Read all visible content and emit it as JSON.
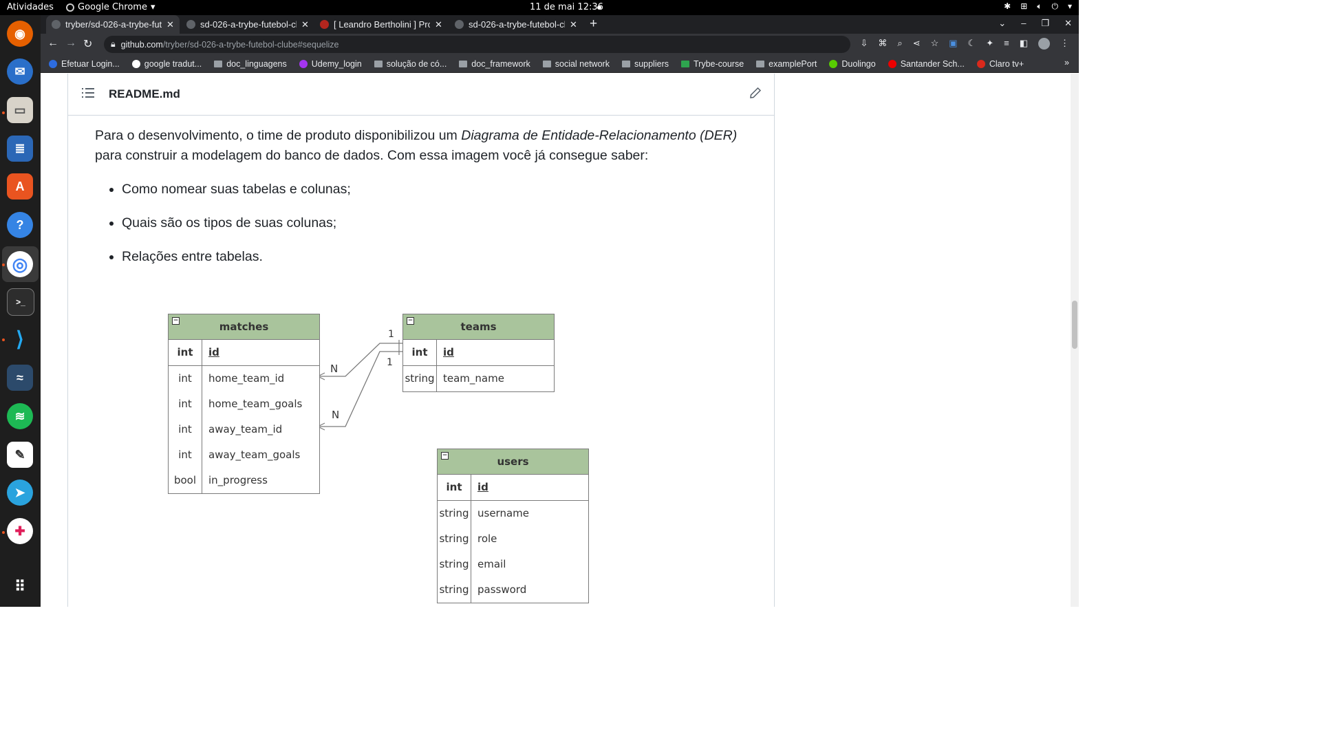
{
  "topbar": {
    "activities": "Atividades",
    "app_name": "Google Chrome",
    "datetime": "11 de mai  12:36"
  },
  "browser": {
    "tabs": [
      {
        "title": "tryber/sd-026-a-trybe-futebol-clube",
        "active": true
      },
      {
        "title": "sd-026-a-trybe-futebol-clube",
        "active": false
      },
      {
        "title": "[ Leandro Bertholini ] Projeto",
        "active": false
      },
      {
        "title": "sd-026-a-trybe-futebol-clube",
        "active": false
      }
    ],
    "url_host": "github.com",
    "url_path": "/tryber/sd-026-a-trybe-futebol-clube#sequelize"
  },
  "bookmarks": [
    "Efetuar Login...",
    "google tradut...",
    "doc_linguagens",
    "Udemy_login",
    "solução de có...",
    "doc_framework",
    "social network",
    "suppliers",
    "Trybe-course",
    "examplePort",
    "Duolingo",
    "Santander Sch...",
    "Claro tv+"
  ],
  "readme": {
    "filename": "README.md",
    "intro_before": "Para o desenvolvimento, o time de produto disponibilizou um ",
    "intro_em": "Diagrama de Entidade-Relacionamento (DER)",
    "intro_after": " para construir a modelagem do banco de dados. Com essa imagem você já consegue saber:",
    "bullets": [
      "Como nomear suas tabelas e colunas;",
      "Quais são os tipos de suas colunas;",
      "Relações entre tabelas."
    ]
  },
  "diagram": {
    "entities": {
      "matches": {
        "title": "matches",
        "columns": [
          {
            "type": "int",
            "name": "id"
          },
          {
            "type": "int",
            "name": "home_team_id"
          },
          {
            "type": "int",
            "name": "home_team_goals"
          },
          {
            "type": "int",
            "name": "away_team_id"
          },
          {
            "type": "int",
            "name": "away_team_goals"
          },
          {
            "type": "bool",
            "name": "in_progress"
          }
        ]
      },
      "teams": {
        "title": "teams",
        "columns": [
          {
            "type": "int",
            "name": "id"
          },
          {
            "type": "string",
            "name": "team_name"
          }
        ]
      },
      "users": {
        "title": "users",
        "columns": [
          {
            "type": "int",
            "name": "id"
          },
          {
            "type": "string",
            "name": "username"
          },
          {
            "type": "string",
            "name": "role"
          },
          {
            "type": "string",
            "name": "email"
          },
          {
            "type": "string",
            "name": "password"
          }
        ]
      }
    },
    "cardinality": {
      "home_many": "N",
      "home_one": "1",
      "away_many": "N",
      "away_one": "1"
    },
    "minimize_glyph": "−"
  }
}
